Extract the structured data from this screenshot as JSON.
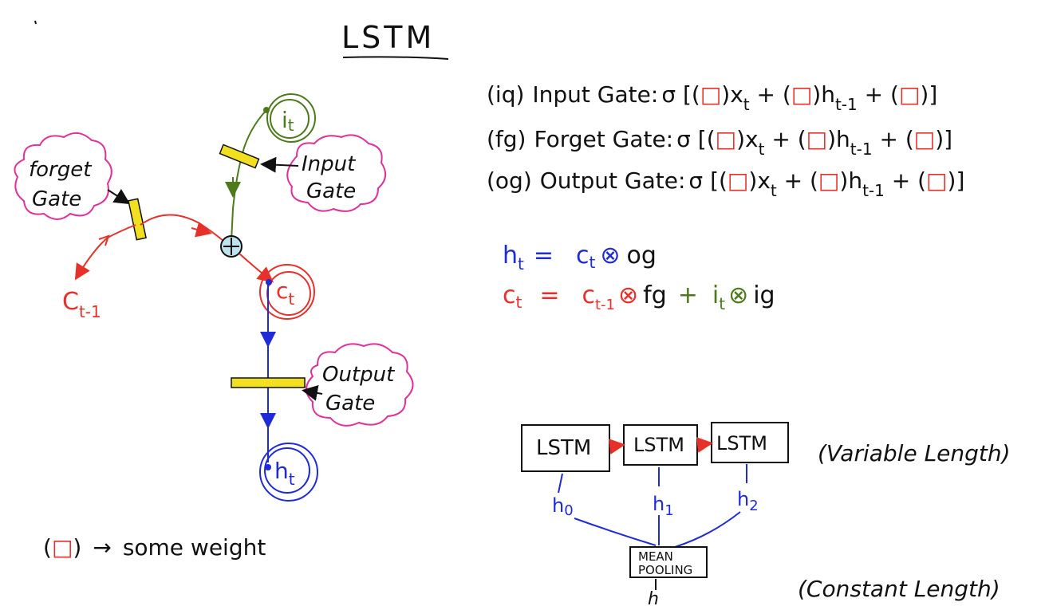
{
  "title": "LSTM",
  "colors": {
    "ink": "#111111",
    "red": "#e8302a",
    "blue": "#1f2bd6",
    "green": "#4d7a1a",
    "pink": "#e0309a",
    "yellow": "#f2e020",
    "teal": "#bfe3ee"
  },
  "gate_labels": {
    "forget": [
      "forget",
      "Gate"
    ],
    "input": [
      "Input",
      "Gate"
    ],
    "output": [
      "Output",
      "Gate"
    ]
  },
  "cell_labels": {
    "c_prev": "C",
    "c_prev_sub": "t-1",
    "c_t": "c",
    "c_t_sub": "t",
    "i_t": "i",
    "i_t_sub": "t",
    "h_t": "h",
    "h_t_sub": "t"
  },
  "gate_equations": [
    {
      "abbr": "(iq)",
      "name": "Input Gate:",
      "formula_a": "σ [(",
      "w1": "□",
      "x": ")x",
      "xsub": "t",
      "plus1": " + (",
      "w2": "□",
      "h": ")h",
      "hsub": "t-1",
      "plus2": " + (",
      "w3": "□",
      "end": ")]"
    },
    {
      "abbr": "(fg)",
      "name": "Forget Gate:",
      "formula_a": "σ [(",
      "w1": "□",
      "x": ")x",
      "xsub": "t",
      "plus1": " + (",
      "w2": "□",
      "h": ")h",
      "hsub": "t-1",
      "plus2": " + (",
      "w3": "□",
      "end": ")]"
    },
    {
      "abbr": "(og)",
      "name": "Output Gate:",
      "formula_a": "σ [(",
      "w1": "□",
      "x": ")x",
      "xsub": "t",
      "plus1": " + (",
      "w2": "□",
      "h": ")h",
      "hsub": "t-1",
      "plus2": " + (",
      "w3": "□",
      "end": ")]"
    }
  ],
  "state_equations": {
    "h": {
      "lhs": "h",
      "lhs_sub": "t",
      "eq": "=",
      "c": "c",
      "c_sub": "t",
      "op": "⊗",
      "gate": "og"
    },
    "c": {
      "lhs": "c",
      "lhs_sub": "t",
      "eq": "=",
      "cprev": "c",
      "cprev_sub": "t-1",
      "op1": "⊗",
      "fg": "fg",
      "plus": "+",
      "i": "i",
      "i_sub": "t",
      "op2": "⊗",
      "ig": "ig"
    }
  },
  "lstm_chain": {
    "boxes": [
      "LSTM",
      "LSTM",
      "LSTM"
    ],
    "outputs": [
      "h",
      "h",
      "h"
    ],
    "output_subs": [
      "0",
      "1",
      "2"
    ],
    "pooling": [
      "MEAN",
      "POOLING"
    ],
    "pooled": "h",
    "variable_note": "(Variable Length)",
    "constant_note": "(Constant Length)"
  },
  "legend": {
    "open": "(",
    "weight_symbol": "□",
    "close": ")",
    "arrow": "→",
    "text": "some weight"
  }
}
